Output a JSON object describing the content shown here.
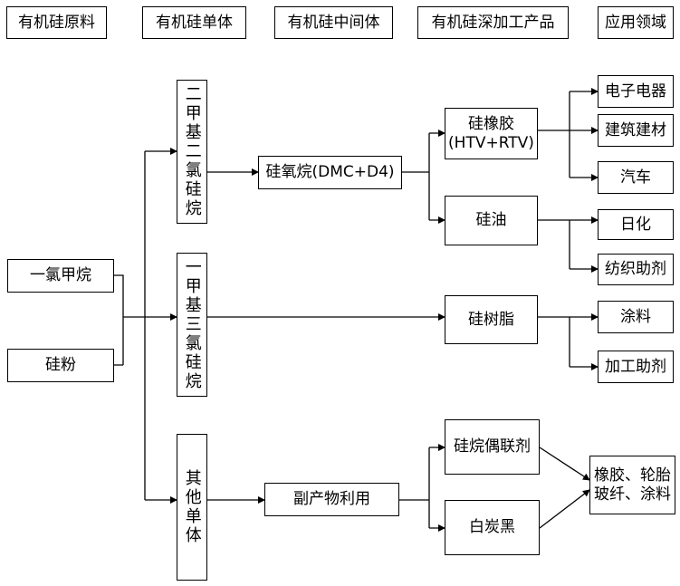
{
  "headers": [
    "有机硅原料",
    "有机硅单体",
    "有机硅中间体",
    "有机硅深加工产品",
    "应用领域"
  ],
  "raw": [
    "一氯甲烷",
    "硅粉"
  ],
  "monomers": [
    "二甲基二氯硅烷",
    "一甲基三氯硅烷",
    "其他单体"
  ],
  "intermediates": [
    "硅氧烷(DMC+D4)",
    "副产物利用"
  ],
  "products": {
    "rubber": [
      "硅橡胶",
      "(HTV+RTV)"
    ],
    "oil": "硅油",
    "resin": "硅树脂",
    "coupling": "硅烷偶联剂",
    "carbon": "白炭黑"
  },
  "applications": {
    "electronics": "电子电器",
    "building": "建筑建材",
    "auto": "汽车",
    "daily": "日化",
    "textile": "纺织助剂",
    "coating": "涂料",
    "processing": "加工助剂",
    "combo": [
      "橡胶、轮胎",
      "玻纤、涂料"
    ]
  }
}
